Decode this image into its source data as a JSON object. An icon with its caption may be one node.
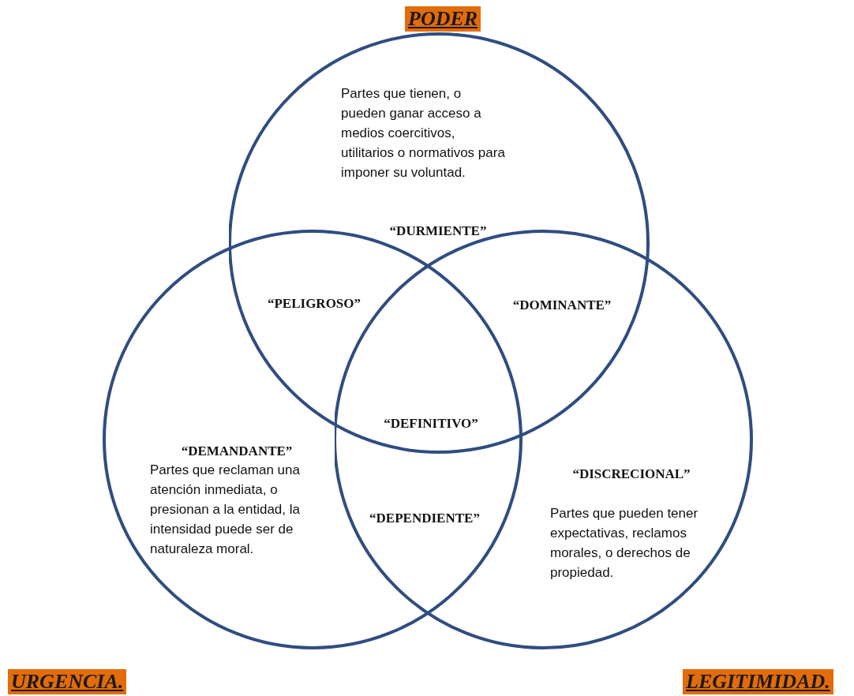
{
  "diagram": {
    "nodes": [
      {
        "text": [
          "PODER",
          "Partes que tienen, o pueden ganar acceso a medios coercitivos, utilitarios o normativos para imponer su voluntad.",
          "“DURMIENTE”"
        ]
      },
      {
        "text": [
          "“DEMANDANTE”",
          "Partes que reclaman una atención inmediata, o presionan a la entidad, la intensidad puede ser de naturaleza moral.",
          "URGENCIA."
        ]
      },
      {
        "text": [
          "“DISCRECIONAL”",
          "Partes que pueden tener expectativas, reclamos morales, o derechos de propiedad.",
          "LEGITIMIDAD."
        ]
      }
    ],
    "edges": [],
    "labels": [
      "“PELIGROSO”",
      "“DOMINANTE”",
      "“DEFINITIVO”",
      "“DEPENDIENTE”"
    ]
  }
}
